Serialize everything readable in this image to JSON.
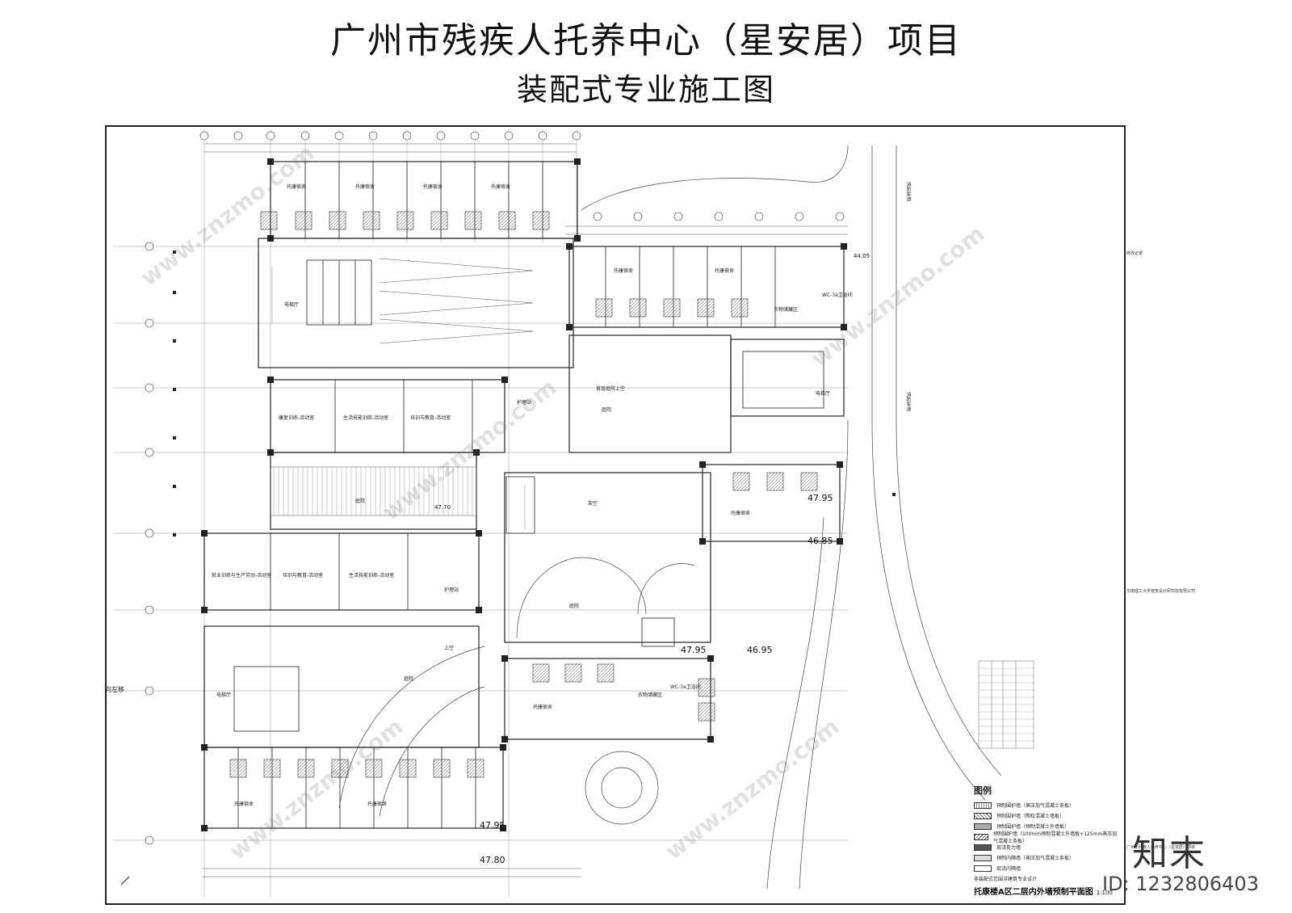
{
  "title": "广州市残疾人托养中心（星安居）项目",
  "subtitle": "装配式专业施工图",
  "drawing": {
    "name": "托康楼A区二层内外墙预制平面图",
    "scale": "1:100"
  },
  "legend": {
    "title": "图例",
    "items": [
      {
        "label": "预制围护墙（蒸压加气混凝土条板）",
        "pattern": "dots"
      },
      {
        "label": "预制围护墙（陶粒混凝土墙板）",
        "pattern": "hatch"
      },
      {
        "label": "预制围护墙（预制混凝土外墙板）",
        "pattern": "solid-gray"
      },
      {
        "label": "预制围护墙（100mm预制混凝土外墙板+125mm蒸压加气混凝土条板）",
        "pattern": "cross"
      },
      {
        "label": "现浇剪力墙",
        "pattern": "dark"
      },
      {
        "label": "预制内隔墙（蒸压加气混凝土条板）",
        "pattern": "light-dots"
      },
      {
        "label": "现浇内隔墙",
        "pattern": "plain"
      },
      {
        "label": "非装配式范围详建筑专业设计",
        "pattern": "none"
      }
    ]
  },
  "levels": [
    "47.95",
    "46.85",
    "47.95",
    "46.95",
    "47.95",
    "47.80",
    "44.05",
    "47.70"
  ],
  "rooms": {
    "dorm": "托康宿舍",
    "elevator_hall": "电梯厅",
    "rehab": "康复训练-活动室",
    "life_skills": "生活技能训练-活动室",
    "training": "培训与教育-活动室",
    "employment": "就业训练与生产劳动-活动室",
    "nurse_station": "护理站",
    "courtyard": "庭院",
    "void": "架空",
    "upper_void": "上空",
    "fire_lane": "消防车道",
    "laundry": "衣物储藏区",
    "wc": "WC-3a卫浴间"
  },
  "annotations": {
    "left_note": "向左移",
    "pool_note": "首层庭院上空"
  },
  "titleblock": {
    "institute": "华南理工大学建筑设计研究院有限公司",
    "project": "广州市残疾人托养中心（星安居）项目",
    "revision_header": "修改记录"
  },
  "watermark": {
    "logo": "知末",
    "id": "ID: 1232806403",
    "site": "www.znzmo.com"
  },
  "colors": {
    "line": "#222222",
    "wall": "#333333",
    "hatch": "#888888",
    "background": "#ffffff"
  }
}
